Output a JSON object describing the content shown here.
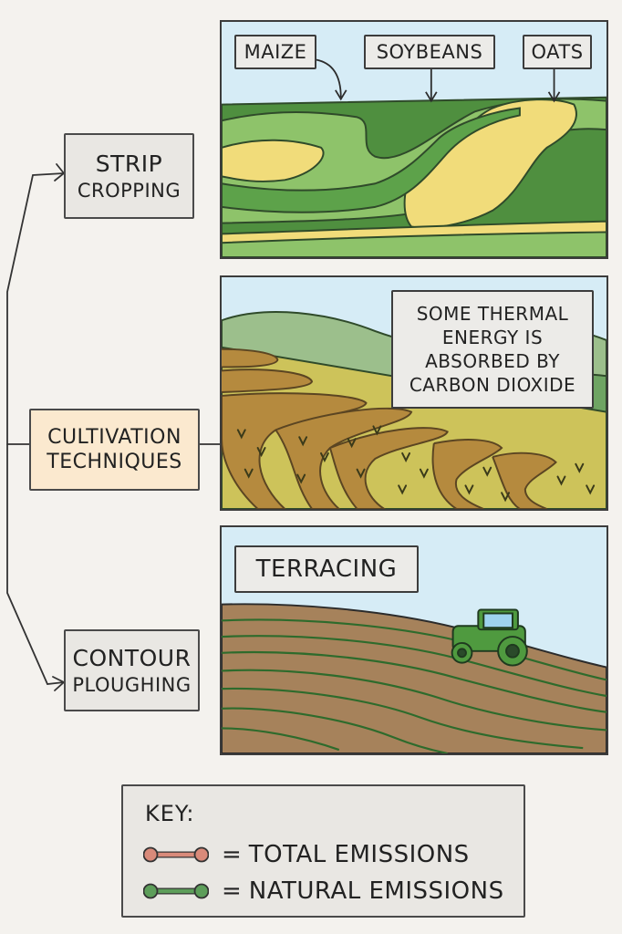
{
  "nodes": {
    "center": {
      "line1": "CULTIVATION",
      "line2": "TECHNIQUES"
    },
    "strip": {
      "line1": "STRIP",
      "line2": "CROPPING"
    },
    "contour": {
      "line1": "CONTOUR",
      "line2": "PLOUGHING"
    }
  },
  "panels": {
    "strip": {
      "labels": [
        "MAIZE",
        "SOYBEANS",
        "OATS"
      ]
    },
    "terrace": {
      "callout": [
        "SOME THERMAL",
        "ENERGY IS",
        "ABSORBED BY",
        "CARBON DIOXIDE"
      ]
    },
    "contour": {
      "label": "TERRACING"
    }
  },
  "key": {
    "title": "KEY:",
    "items": [
      {
        "equals": "=",
        "text": "TOTAL EMISSIONS",
        "color": "#d98a7a"
      },
      {
        "equals": "=",
        "text": "NATURAL EMISSIONS",
        "color": "#5d9e5a"
      }
    ]
  },
  "colors": {
    "sky": "#d6ecf6",
    "dark_green": "#4f8f3f",
    "light_green": "#8ec36a",
    "yellow": "#f1dc7a",
    "hill": "#9cbf8c",
    "soil": "#a6825b",
    "terrace_field": "#cdc35a",
    "terrace_band": "#b58a3e"
  }
}
